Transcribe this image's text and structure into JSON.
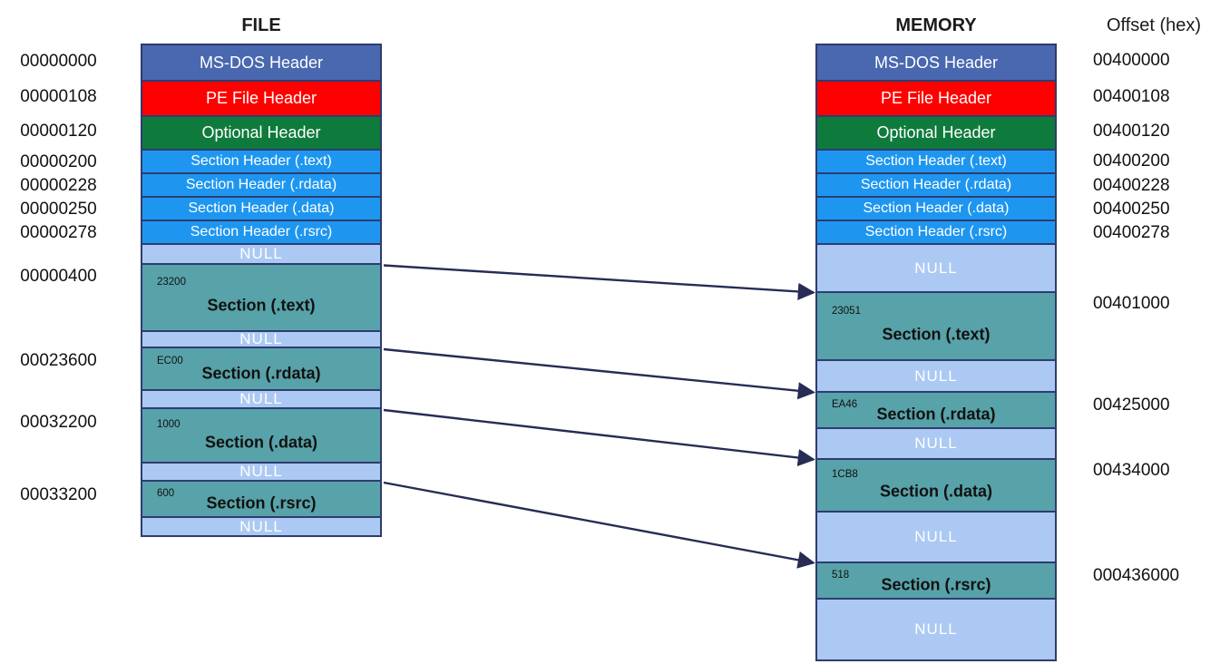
{
  "titles": {
    "file": "FILE",
    "memory": "MEMORY",
    "offset": "Offset (hex)"
  },
  "colors": {
    "dos_blue": "#4A68B0",
    "pe_red": "#FF0000",
    "opt_green": "#0E7B3C",
    "sh_blue": "#1E96F0",
    "null_blue": "#ABC9F3",
    "sect_teal": "#58A2A9",
    "border_navy": "#2E3C6F",
    "arrow_navy": "#272C55"
  },
  "file": {
    "offsets": [
      "00000000",
      "00000108",
      "00000120",
      "00000200",
      "00000228",
      "00000250",
      "00000278",
      "00000400",
      "00023600",
      "00032200",
      "00033200"
    ],
    "rows": [
      {
        "label": "MS-DOS Header"
      },
      {
        "label": "PE File Header"
      },
      {
        "label": "Optional Header"
      },
      {
        "label": "Section Header (.text)"
      },
      {
        "label": "Section Header (.rdata)"
      },
      {
        "label": "Section Header (.data)"
      },
      {
        "label": "Section Header (.rsrc)"
      },
      {
        "label": "NULL"
      },
      {
        "size": "23200",
        "label": "Section (.text)"
      },
      {
        "label": "NULL"
      },
      {
        "size": "EC00",
        "label": "Section (.rdata)"
      },
      {
        "label": "NULL"
      },
      {
        "size": "1000",
        "label": "Section (.data)"
      },
      {
        "label": "NULL"
      },
      {
        "size": "600",
        "label": "Section (.rsrc)"
      },
      {
        "label": "NULL"
      }
    ]
  },
  "memory": {
    "offsets": [
      "00400000",
      "00400108",
      "00400120",
      "00400200",
      "00400228",
      "00400250",
      "00400278",
      "00401000",
      "00425000",
      "00434000",
      "000436000"
    ],
    "rows": [
      {
        "label": "MS-DOS Header"
      },
      {
        "label": "PE File Header"
      },
      {
        "label": "Optional Header"
      },
      {
        "label": "Section Header (.text)"
      },
      {
        "label": "Section Header (.rdata)"
      },
      {
        "label": "Section Header (.data)"
      },
      {
        "label": "Section Header (.rsrc)"
      },
      {
        "label": "NULL"
      },
      {
        "size": "23051",
        "label": "Section (.text)"
      },
      {
        "label": "NULL"
      },
      {
        "size": "EA46",
        "label": "Section (.rdata)"
      },
      {
        "label": "NULL"
      },
      {
        "size": "1CB8",
        "label": "Section (.data)"
      },
      {
        "label": "NULL"
      },
      {
        "size": "518",
        "label": "Section (.rsrc)"
      },
      {
        "label": "NULL"
      }
    ]
  },
  "mappings": [
    {
      "from": "Section (.text)",
      "to": "Section (.text)"
    },
    {
      "from": "Section (.rdata)",
      "to": "Section (.rdata)"
    },
    {
      "from": "Section (.data)",
      "to": "Section (.data)"
    },
    {
      "from": "Section (.rsrc)",
      "to": "Section (.rsrc)"
    }
  ]
}
